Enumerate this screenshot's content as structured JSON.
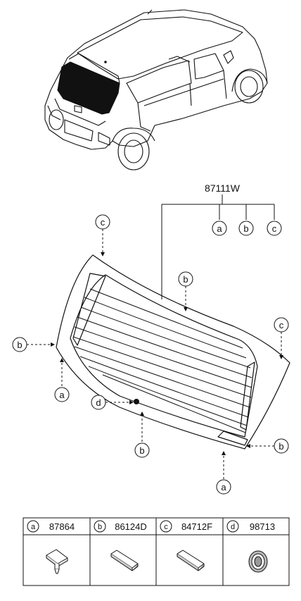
{
  "assembly": {
    "part_number": "87111W",
    "sub_callouts": [
      "a",
      "b",
      "c"
    ]
  },
  "callouts": {
    "glass_top_left": "c",
    "glass_top_middle": "b",
    "glass_right": "c",
    "glass_left": "b",
    "glass_bottom_left": "a",
    "heater_dot": "d",
    "glass_bottom_mid": "b",
    "glass_bottom_right_side": "b",
    "glass_bottom_right": "a"
  },
  "parts_table": [
    {
      "letter": "a",
      "part_number": "87864",
      "icon": "clip-icon"
    },
    {
      "letter": "b",
      "part_number": "86124D",
      "icon": "pad-icon"
    },
    {
      "letter": "c",
      "part_number": "84712F",
      "icon": "pad-icon"
    },
    {
      "letter": "d",
      "part_number": "98713",
      "icon": "grommet-icon"
    }
  ]
}
